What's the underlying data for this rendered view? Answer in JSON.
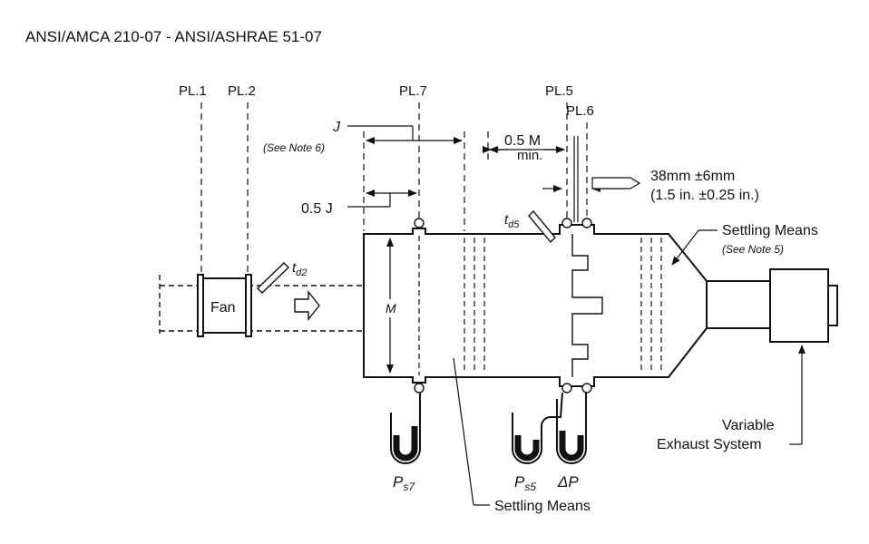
{
  "header": {
    "title": "ANSI/AMCA 210-07 - ANSI/ASHRAE 51-07"
  },
  "planes": {
    "pl1": "PL.1",
    "pl2": "PL.2",
    "pl7": "PL.7",
    "pl5": "PL.5",
    "pl6": "PL.6"
  },
  "labels": {
    "fan": "Fan",
    "j": "J",
    "see_note_6": "(See Note 6)",
    "half_j": "0.5 J",
    "half_m": "0.5 M",
    "min": "min.",
    "gap_mm": "38mm ±6mm",
    "gap_in": "(1.5 in. ±0.25 in.)",
    "td5_main": "t",
    "td5_sub": "d5",
    "td2_main": "t",
    "td2_sub": "d2",
    "m": "M",
    "settling_means_top": "Settling Means",
    "see_note_5": "(See Note 5)",
    "variable": "Variable",
    "exhaust_system": "Exhaust System",
    "ps7_main": "P",
    "ps7_sub": "s7",
    "ps5_main": "P",
    "ps5_sub": "s5",
    "delta_p": "ΔP",
    "settling_means_bottom": "Settling Means"
  }
}
